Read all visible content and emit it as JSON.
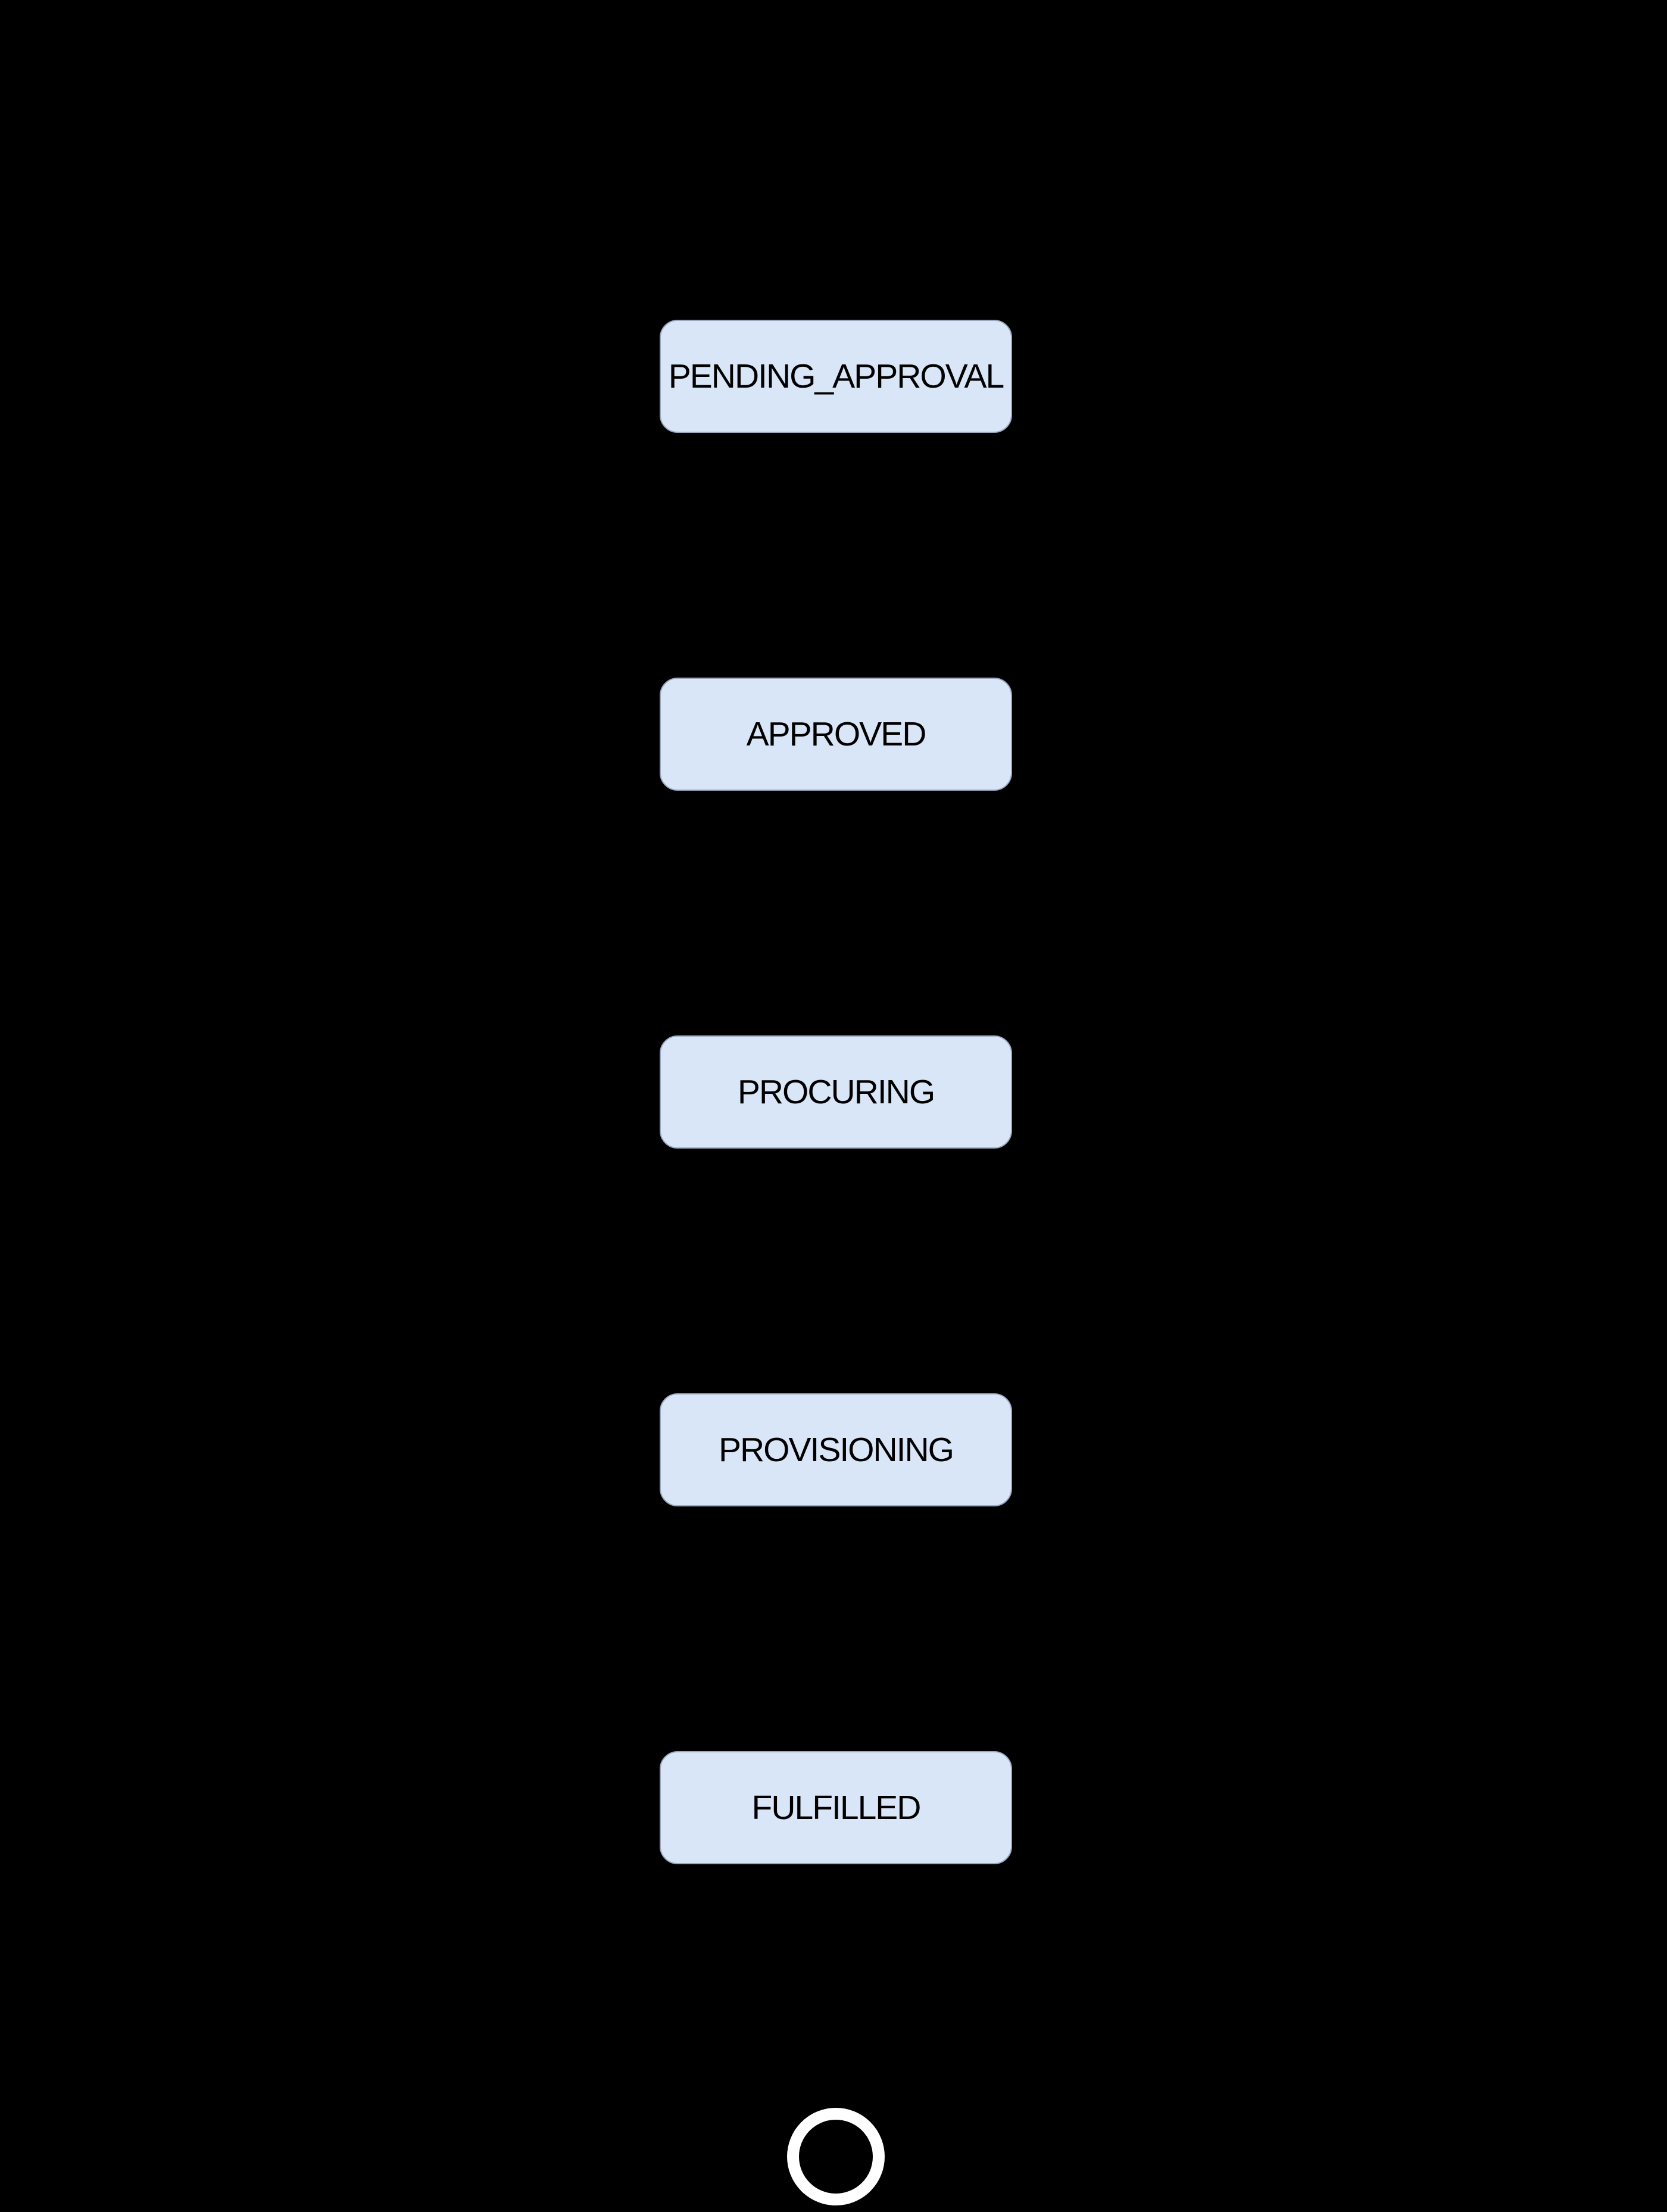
{
  "diagram": {
    "kind": "state-flow-diagram",
    "background_color": "#000000",
    "states": [
      {
        "label": "PENDING_APPROVAL"
      },
      {
        "label": "APPROVED"
      },
      {
        "label": "PROCURING"
      },
      {
        "label": "PROVISIONING"
      },
      {
        "label": "FULFILLED"
      }
    ],
    "end_marker": "final-state-ring",
    "colors": {
      "state_fill": "#d9e6f8",
      "state_border": "#9aa8bf",
      "state_text": "#000000",
      "final_ring": "#ffffff"
    }
  }
}
